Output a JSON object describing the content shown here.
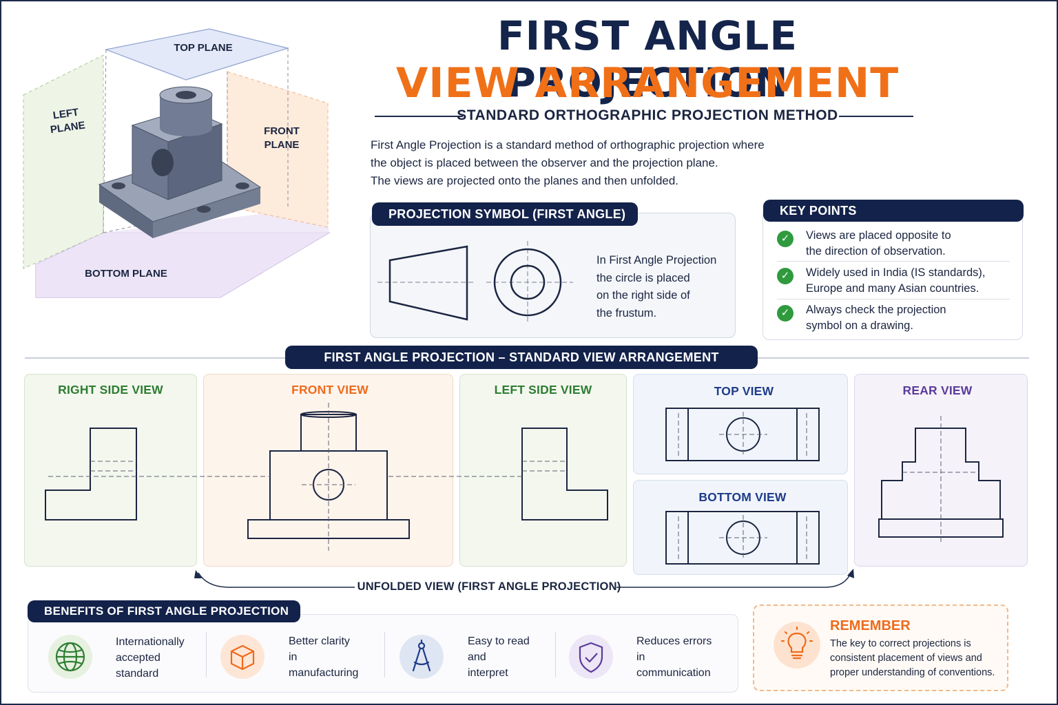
{
  "title": {
    "line1": "FIRST ANGLE PROJECTION",
    "line2": "VIEW ARRANGEMENT",
    "subtitle": "STANDARD ORTHOGRAPHIC PROJECTION METHOD"
  },
  "intro": [
    "First Angle Projection is a standard method of orthographic projection where",
    "the object is placed between the observer and the projection plane.",
    "The views are projected onto the planes and then unfolded."
  ],
  "iso_diagram": {
    "top_plane": "TOP PLANE",
    "left_plane": [
      "LEFT",
      "PLANE"
    ],
    "front_plane": [
      "FRONT",
      "PLANE"
    ],
    "bottom_plane": "BOTTOM PLANE"
  },
  "projection_symbol": {
    "heading": "PROJECTION SYMBOL (FIRST ANGLE)",
    "description": [
      "In First Angle Projection",
      "the circle is placed",
      "on the right side of",
      "the frustum."
    ]
  },
  "key_points": {
    "heading": "KEY POINTS",
    "items": [
      [
        "Views are placed opposite to",
        "the direction of observation."
      ],
      [
        "Widely used in India (IS standards),",
        "Europe and many Asian countries."
      ],
      [
        "Always check the projection",
        "symbol on a drawing."
      ]
    ]
  },
  "arrangement": {
    "heading": "FIRST ANGLE PROJECTION – STANDARD VIEW ARRANGEMENT",
    "views": {
      "right_side": "RIGHT SIDE VIEW",
      "front": "FRONT VIEW",
      "left_side": "LEFT SIDE VIEW",
      "top": "TOP VIEW",
      "bottom": "BOTTOM VIEW",
      "rear": "REAR VIEW"
    },
    "unfolded_label": "UNFOLDED VIEW (FIRST ANGLE PROJECTION)"
  },
  "benefits": {
    "heading": "BENEFITS OF FIRST ANGLE PROJECTION",
    "items": [
      {
        "icon": "globe-icon",
        "lines": [
          "Internationally",
          "accepted",
          "standard"
        ]
      },
      {
        "icon": "box-icon",
        "lines": [
          "Better clarity",
          "in",
          "manufacturing"
        ]
      },
      {
        "icon": "compass-icon",
        "lines": [
          "Easy to read",
          "and",
          "interpret"
        ]
      },
      {
        "icon": "shield-check-icon",
        "lines": [
          "Reduces errors",
          "in",
          "communication"
        ]
      }
    ]
  },
  "remember": {
    "icon": "lightbulb-icon",
    "title": "REMEMBER",
    "text": "The key to correct projections is consistent placement of views and proper understanding of conventions."
  },
  "colors": {
    "navy": "#13224a",
    "orange": "#f07018",
    "green": "#2e7d32",
    "blue": "#1f3c8a",
    "purple": "#5b3b9a"
  }
}
